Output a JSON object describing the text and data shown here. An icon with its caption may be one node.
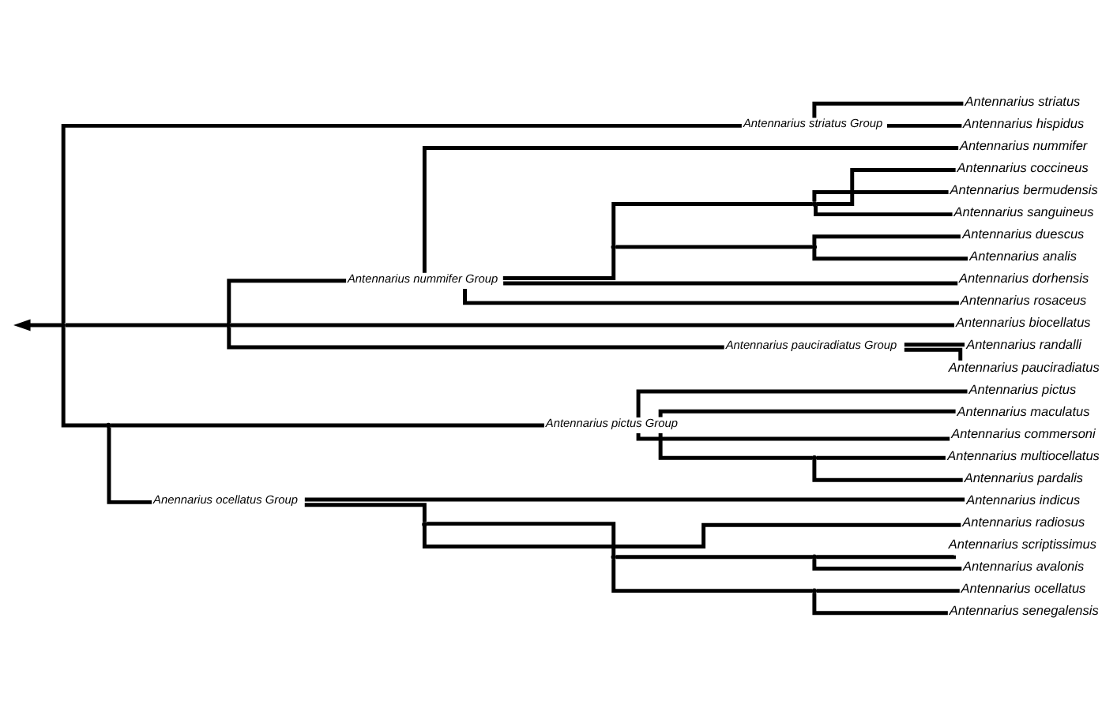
{
  "diagram": {
    "nodes": [
      {
        "text": [],
        "shape": "point"
      },
      {
        "text": [],
        "shape": "point",
        "beside": [
          "Antennarius striatus Group"
        ]
      },
      {
        "text": [
          "Antennarius striatus"
        ]
      },
      {
        "text": [
          "Antennarius hispidus"
        ]
      },
      {
        "text": [],
        "shape": "point"
      },
      {
        "text": [],
        "shape": "point",
        "beside": [
          "Antennarius nummifer Group"
        ]
      },
      {
        "text": [
          "Antennarius nummifer"
        ]
      },
      {
        "text": [],
        "shape": "point"
      },
      {
        "text": [],
        "shape": "point"
      },
      {
        "text": [
          "Antennarius coccineus"
        ]
      },
      {
        "text": [
          "Antennarius bermudensis"
        ]
      },
      {
        "text": [
          "Antennarius sanguineus"
        ]
      },
      {
        "text": [],
        "shape": "point"
      },
      {
        "text": [
          "Antennarius duescus"
        ]
      },
      {
        "text": [
          "Antennarius analis"
        ]
      },
      {
        "text": [
          "Antennarius dorhensis"
        ]
      },
      {
        "text": [
          "Antennarius rosaceus"
        ]
      },
      {
        "text": [
          "Antennarius biocellatus"
        ]
      },
      {
        "text": [],
        "shape": "point",
        "beside": [
          "Antennarius pauciradiatus Group"
        ]
      },
      {
        "text": [
          "Antennarius randalli"
        ]
      },
      {
        "text": [
          "Antennarius pauciradiatus"
        ]
      },
      {
        "text": [],
        "shape": "point"
      },
      {
        "text": [],
        "shape": "point",
        "beside": [
          "Antennarius pictus Group"
        ]
      },
      {
        "text": [
          "Antennarius pictus"
        ]
      },
      {
        "text": [
          "Antennarius maculatus"
        ]
      },
      {
        "text": [
          "Antennarius commersoni"
        ]
      },
      {
        "text": [],
        "shape": "point"
      },
      {
        "text": [
          "Antennarius multiocellatus"
        ]
      },
      {
        "text": [
          "Antennarius pardalis"
        ]
      },
      {
        "text": [],
        "shape": "point",
        "beside": [
          "Anennarius ocellatus Group"
        ]
      },
      {
        "text": [
          "Antennarius indicus"
        ]
      },
      {
        "text": [],
        "shape": "point"
      },
      {
        "text": [
          "Antennarius radiosus"
        ]
      },
      {
        "text": [],
        "shape": "point"
      },
      {
        "text": [],
        "shape": "point"
      },
      {
        "text": [
          "Antennarius scriptissimus"
        ]
      },
      {
        "text": [
          "Antennarius avalonis"
        ]
      },
      {
        "text": [],
        "shape": "point"
      },
      {
        "text": [
          "Antennarius ocellatus"
        ]
      },
      {
        "text": [
          "Antennarius senegalensis"
        ]
      }
    ],
    "edges": [
      {
        "from": 0,
        "to": null,
        "arrow": "to"
      },
      {
        "from": 0,
        "to": 1,
        "arrow": "none"
      },
      {
        "from": 0,
        "to": 4,
        "arrow": "none"
      },
      {
        "from": 0,
        "to": 21,
        "arrow": "none"
      },
      {
        "from": 1,
        "to": 2,
        "arrow": "none"
      },
      {
        "from": 1,
        "to": 3,
        "arrow": "none"
      },
      {
        "from": 4,
        "to": 5,
        "arrow": "none"
      },
      {
        "from": 4,
        "to": 17,
        "arrow": "none"
      },
      {
        "from": 4,
        "to": 18,
        "arrow": "none"
      },
      {
        "from": 5,
        "to": 6,
        "arrow": "none"
      },
      {
        "from": 5,
        "to": 7,
        "arrow": "none"
      },
      {
        "from": 5,
        "to": 15,
        "arrow": "none"
      },
      {
        "from": 5,
        "to": 16,
        "arrow": "none"
      },
      {
        "from": 7,
        "to": 8,
        "arrow": "none"
      },
      {
        "from": 7,
        "to": 12,
        "arrow": "none"
      },
      {
        "from": 8,
        "to": 9,
        "arrow": "none"
      },
      {
        "from": 8,
        "to": 10,
        "arrow": "none"
      },
      {
        "from": 8,
        "to": 11,
        "arrow": "none"
      },
      {
        "from": 12,
        "to": 13,
        "arrow": "none"
      },
      {
        "from": 12,
        "to": 14,
        "arrow": "none"
      },
      {
        "from": 18,
        "to": 19,
        "arrow": "none"
      },
      {
        "from": 18,
        "to": 20,
        "arrow": "none"
      },
      {
        "from": 21,
        "to": 22,
        "arrow": "none"
      },
      {
        "from": 21,
        "to": 29,
        "arrow": "none"
      },
      {
        "from": 22,
        "to": 23,
        "arrow": "none"
      },
      {
        "from": 22,
        "to": 24,
        "arrow": "none"
      },
      {
        "from": 22,
        "to": 25,
        "arrow": "none"
      },
      {
        "from": 22,
        "to": 26,
        "arrow": "none"
      },
      {
        "from": 26,
        "to": 27,
        "arrow": "none"
      },
      {
        "from": 26,
        "to": 28,
        "arrow": "none"
      },
      {
        "from": 29,
        "to": 30,
        "arrow": "none"
      },
      {
        "from": 29,
        "to": 31,
        "arrow": "none"
      },
      {
        "from": 31,
        "to": 32,
        "arrow": "none"
      },
      {
        "from": 31,
        "to": 33,
        "arrow": "none"
      },
      {
        "from": 33,
        "to": 34,
        "arrow": "none"
      },
      {
        "from": 33,
        "to": 37,
        "arrow": "none"
      },
      {
        "from": 34,
        "to": 35,
        "arrow": "none"
      },
      {
        "from": 34,
        "to": 36,
        "arrow": "none"
      },
      {
        "from": 37,
        "to": 38,
        "arrow": "none"
      },
      {
        "from": 37,
        "to": 39,
        "arrow": "none"
      }
    ]
  }
}
